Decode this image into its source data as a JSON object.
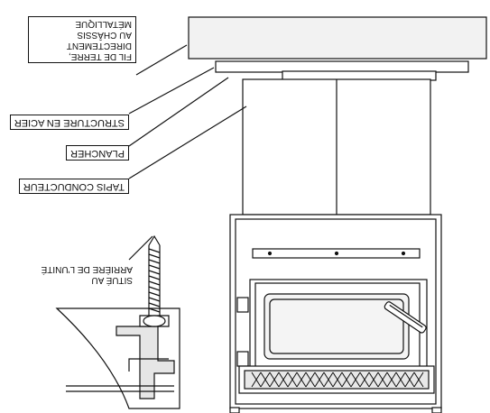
{
  "labels": {
    "ground_wire": "FIL DE TERRE,\nDIRECTEMENT\nAU CHÂSSIS\nMÉTALLIQUE",
    "steel_structure": "STRUCTURE EN ACIER",
    "floor": "PLANCHER",
    "conductive_mat": "TAPIS CONDUCTEUR",
    "rear_location": "SITUÉ AU\nARRIÈRE DE L'UNITÉ"
  },
  "orientation": "upside-down",
  "colors": {
    "line": "#111111",
    "fill": "#ffffff",
    "shade": "#e6e6e6"
  }
}
